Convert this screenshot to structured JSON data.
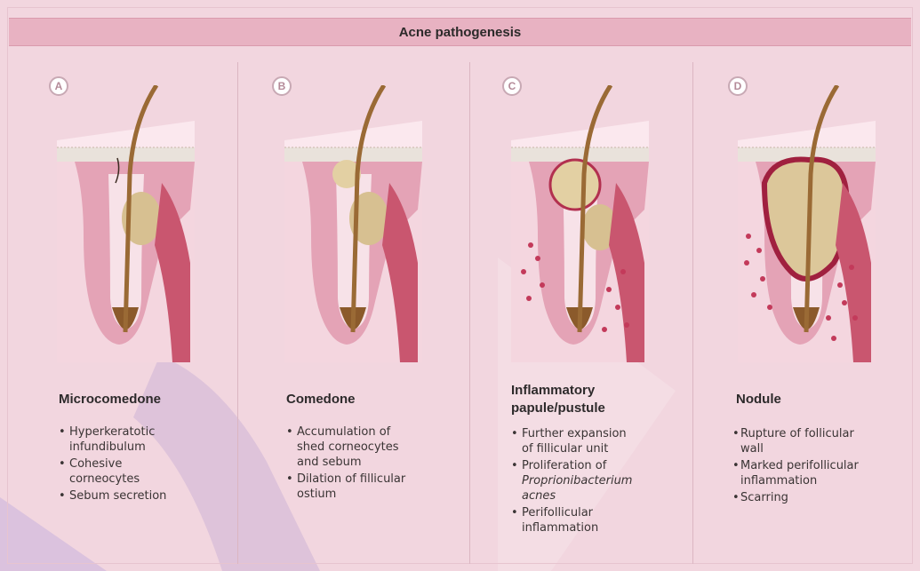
{
  "header": {
    "title": "Acne pathogenesis"
  },
  "colors": {
    "background": "#f2d6df",
    "header_band": "#e8b2c2",
    "skin": "#e9a9bb",
    "dermis": "#f3d2dc",
    "hair": "#9a6a35",
    "sebum": "#dcc79a",
    "inflammation": "#c33a5a"
  },
  "stages": [
    {
      "badge": "A",
      "title": "Microcomedone",
      "bullets": [
        "Hyperkeratotic\ninfundibulum",
        "Cohesive\ncorneocytes",
        "Sebum secretion"
      ],
      "illustration": "microcomedone-illustration"
    },
    {
      "badge": "B",
      "title": "Comedone",
      "bullets": [
        "Accumulation of\nshed corneocytes\nand sebum",
        "Dilation of fillicular\nostium"
      ],
      "illustration": "comedone-illustration"
    },
    {
      "badge": "C",
      "title": "Inflammatory\npapule/pustule",
      "bullets": [
        "Further expansion\nof fillicular unit",
        "Proliferation of",
        "Perifollicular\ninflammation"
      ],
      "bullet_italic": "Proprionibacterium\nacnes",
      "illustration": "papule-pustule-illustration"
    },
    {
      "badge": "D",
      "title": "Nodule",
      "bullets": [
        "Rupture of follicular\nwall",
        "Marked perifollicular\ninflammation",
        "Scarring"
      ],
      "illustration": "nodule-illustration"
    }
  ]
}
